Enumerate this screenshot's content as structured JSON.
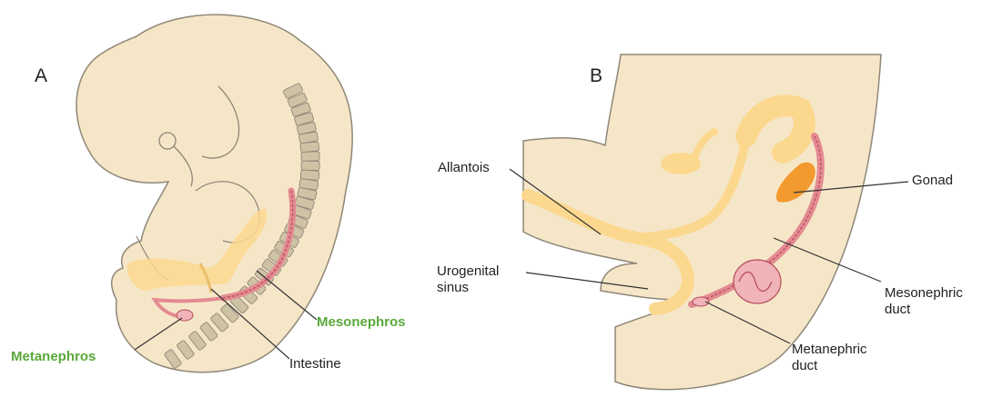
{
  "panels": {
    "a": "A",
    "b": "B"
  },
  "labels": {
    "mesonephros": "Mesonephros",
    "metanephros": "Metanephros",
    "intestine": "Intestine",
    "allantois": "Allantois",
    "urogenital_sinus": "Urogenital\nsinus",
    "gonad": "Gonad",
    "mesonephric_duct": "Mesonephric\nduct",
    "metanephric_duct": "Metanephric\nduct"
  },
  "colors": {
    "embryo_fill": "#f6e6c8",
    "embryo_stroke": "#8f8778",
    "somite_fill": "#cfc3a6",
    "endoderm": "#fbd88e",
    "tubule": "#e48a92",
    "tubule_edge": "#b24a58",
    "gonad": "#f29a2e",
    "green_label": "#5aa83a"
  }
}
